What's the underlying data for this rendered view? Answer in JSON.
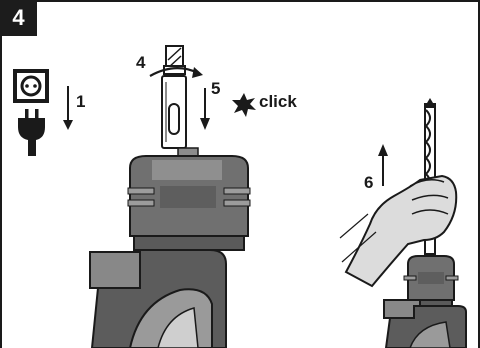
{
  "figure": {
    "number": "4",
    "steps": {
      "unplug": "1",
      "rotate": "4",
      "insert": "5",
      "pull": "6"
    },
    "click_text": "click"
  },
  "colors": {
    "outline": "#1a1a1a",
    "tool_dark": "#6b6b6b",
    "tool_mid": "#8c8c8c",
    "tool_light": "#b5b5b5",
    "glove": "#d9d9d9"
  },
  "icons": [
    "power-socket-icon",
    "plug-icon",
    "click-burst-icon",
    "drill-bit-icon",
    "gloved-hand-icon"
  ]
}
